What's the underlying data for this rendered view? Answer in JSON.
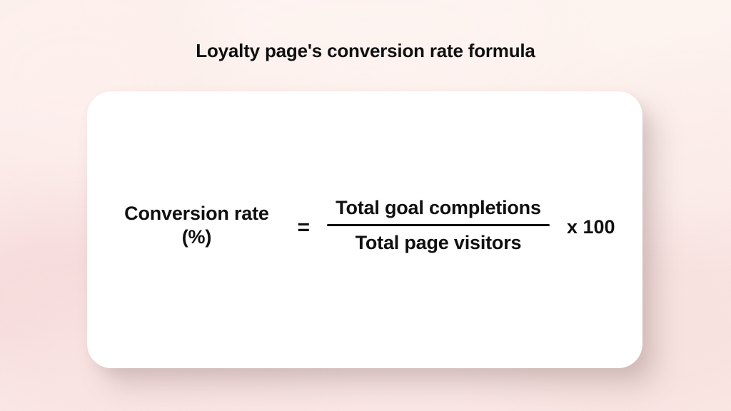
{
  "page": {
    "title": "Loyalty page's conversion rate formula",
    "background_color": "#fcedea",
    "card_color": "#ffffff",
    "text_color": "#101010"
  },
  "formula": {
    "left_term_line1": "Conversion rate",
    "left_term_line2": "(%)",
    "equals_sign": "=",
    "numerator": "Total goal completions",
    "denominator": "Total page visitors",
    "multiplier": "x 100"
  }
}
